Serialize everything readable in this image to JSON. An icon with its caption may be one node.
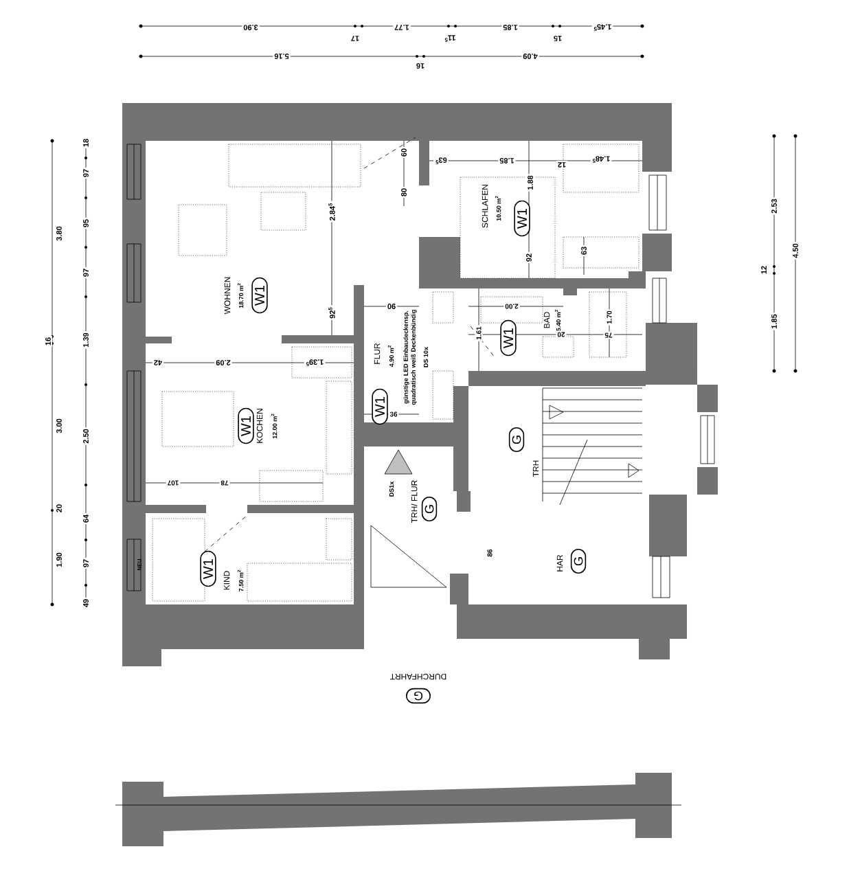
{
  "diagram": {
    "nodes": [
      {
        "text": [
          "W1"
        ],
        "beside": [
          "WOHNEN",
          "18.70 m$^{2}$"
        ]
      },
      {
        "text": [
          "W1"
        ],
        "beside": [
          "KOCHEN",
          "12.00 m$^{2}$"
        ]
      },
      {
        "text": [
          "W1"
        ],
        "beside": [
          "FLUR",
          "4.90 m$^{2}$"
        ]
      },
      {
        "text": [
          "W1"
        ],
        "beside": [
          "SCHLAFEN",
          "10.50 m$^{2}$"
        ]
      },
      {
        "text": [
          "W1"
        ],
        "beside": [
          "BAD",
          "5.40 m$^{2}$"
        ]
      },
      {
        "text": [
          "W1"
        ],
        "beside": [
          "KIND",
          "7.50 m$^{2}$"
        ]
      },
      {
        "text": [
          "G"
        ],
        "beside": [
          "TRH/ FLUR"
        ]
      },
      {
        "text": [
          "G"
        ],
        "beside": [
          "TRH"
        ]
      },
      {
        "text": [
          "G"
        ],
        "beside": [
          "HAR"
        ]
      },
      {
        "text": [
          "G"
        ],
        "beside": [
          "DURCHFAHRT"
        ]
      }
    ],
    "labels": [
      "3.90",
      "17",
      "1.77",
      "11$^{5}$",
      "1.85",
      "15",
      "1.45$^{5}$",
      "5.16",
      "16",
      "4.09",
      "3.80",
      "16",
      "3.00",
      "20",
      "1.90",
      "18",
      "97",
      "95",
      "97",
      "1.39",
      "2.50",
      "64",
      "97",
      "49",
      "2.53",
      "12",
      "1.85",
      "4.50",
      "2.84$^{5}$",
      "92$^{5}$",
      "60",
      "80",
      "63$^{5}$",
      "1.85",
      "12",
      "1.48$^{5}$",
      "1.88",
      "92",
      "63",
      "42",
      "2.09",
      "1.39$^{5}$",
      "90",
      "günstige LED Einbaudeckensp. quadratisch weiß Deckenbündig",
      "DS 10x",
      "36",
      "2.00",
      "1.61",
      "20",
      "75",
      "1.70",
      "107",
      "78",
      "DS1x",
      "86",
      "NEU"
    ]
  }
}
